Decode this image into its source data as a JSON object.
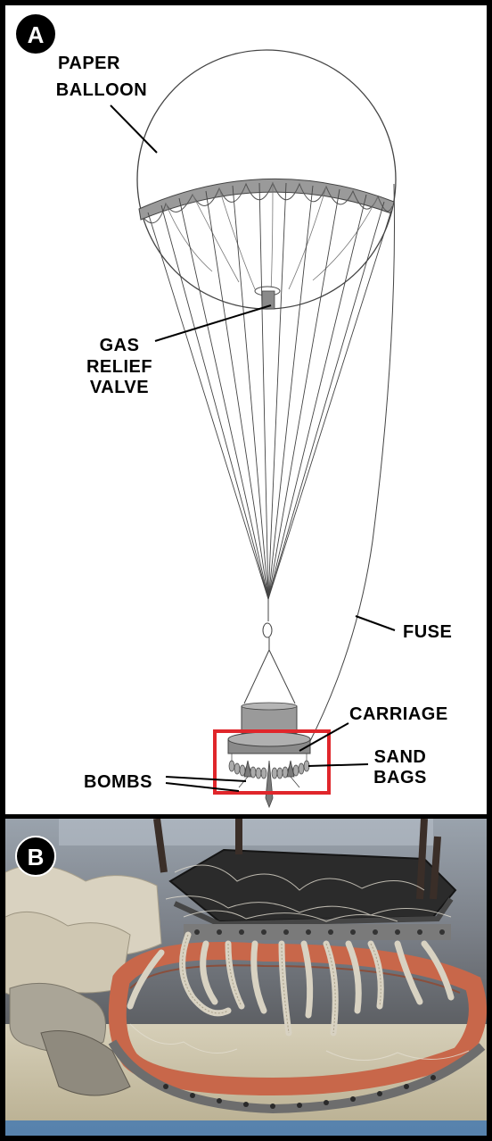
{
  "panel_a": {
    "badge": "A",
    "labels": {
      "paper_balloon": [
        "PAPER",
        "BALLOON"
      ],
      "gas_relief_valve": [
        "GAS",
        "RELIEF",
        "VALVE"
      ],
      "fuse": "FUSE",
      "carriage": "CARRIAGE",
      "sand_bags": [
        "SAND",
        "BAGS"
      ],
      "bombs": "BOMBS"
    },
    "highlight_color": "#e0262b"
  },
  "panel_b": {
    "badge": "B",
    "ring_color": "#c8674a"
  }
}
